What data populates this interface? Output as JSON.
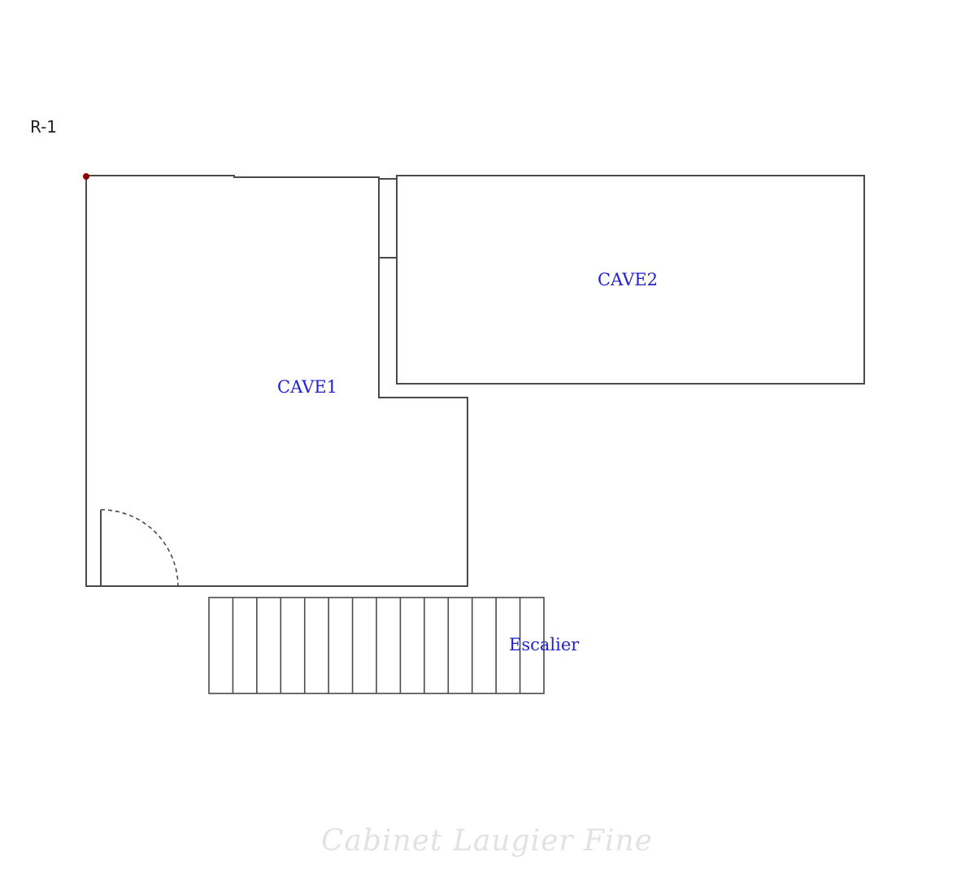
{
  "level_label": "R-1",
  "rooms": {
    "cave1": "CAVE1",
    "cave2": "CAVE2",
    "escalier": "Escalier"
  },
  "watermark": "Cabinet Laugier Fine",
  "colors": {
    "wall": "#4a4a4a",
    "room_label": "#2222cc",
    "marker": "#8b0000",
    "watermark": "#e2e2e2",
    "background": "#ffffff"
  },
  "staircase": {
    "step_count": 14
  }
}
